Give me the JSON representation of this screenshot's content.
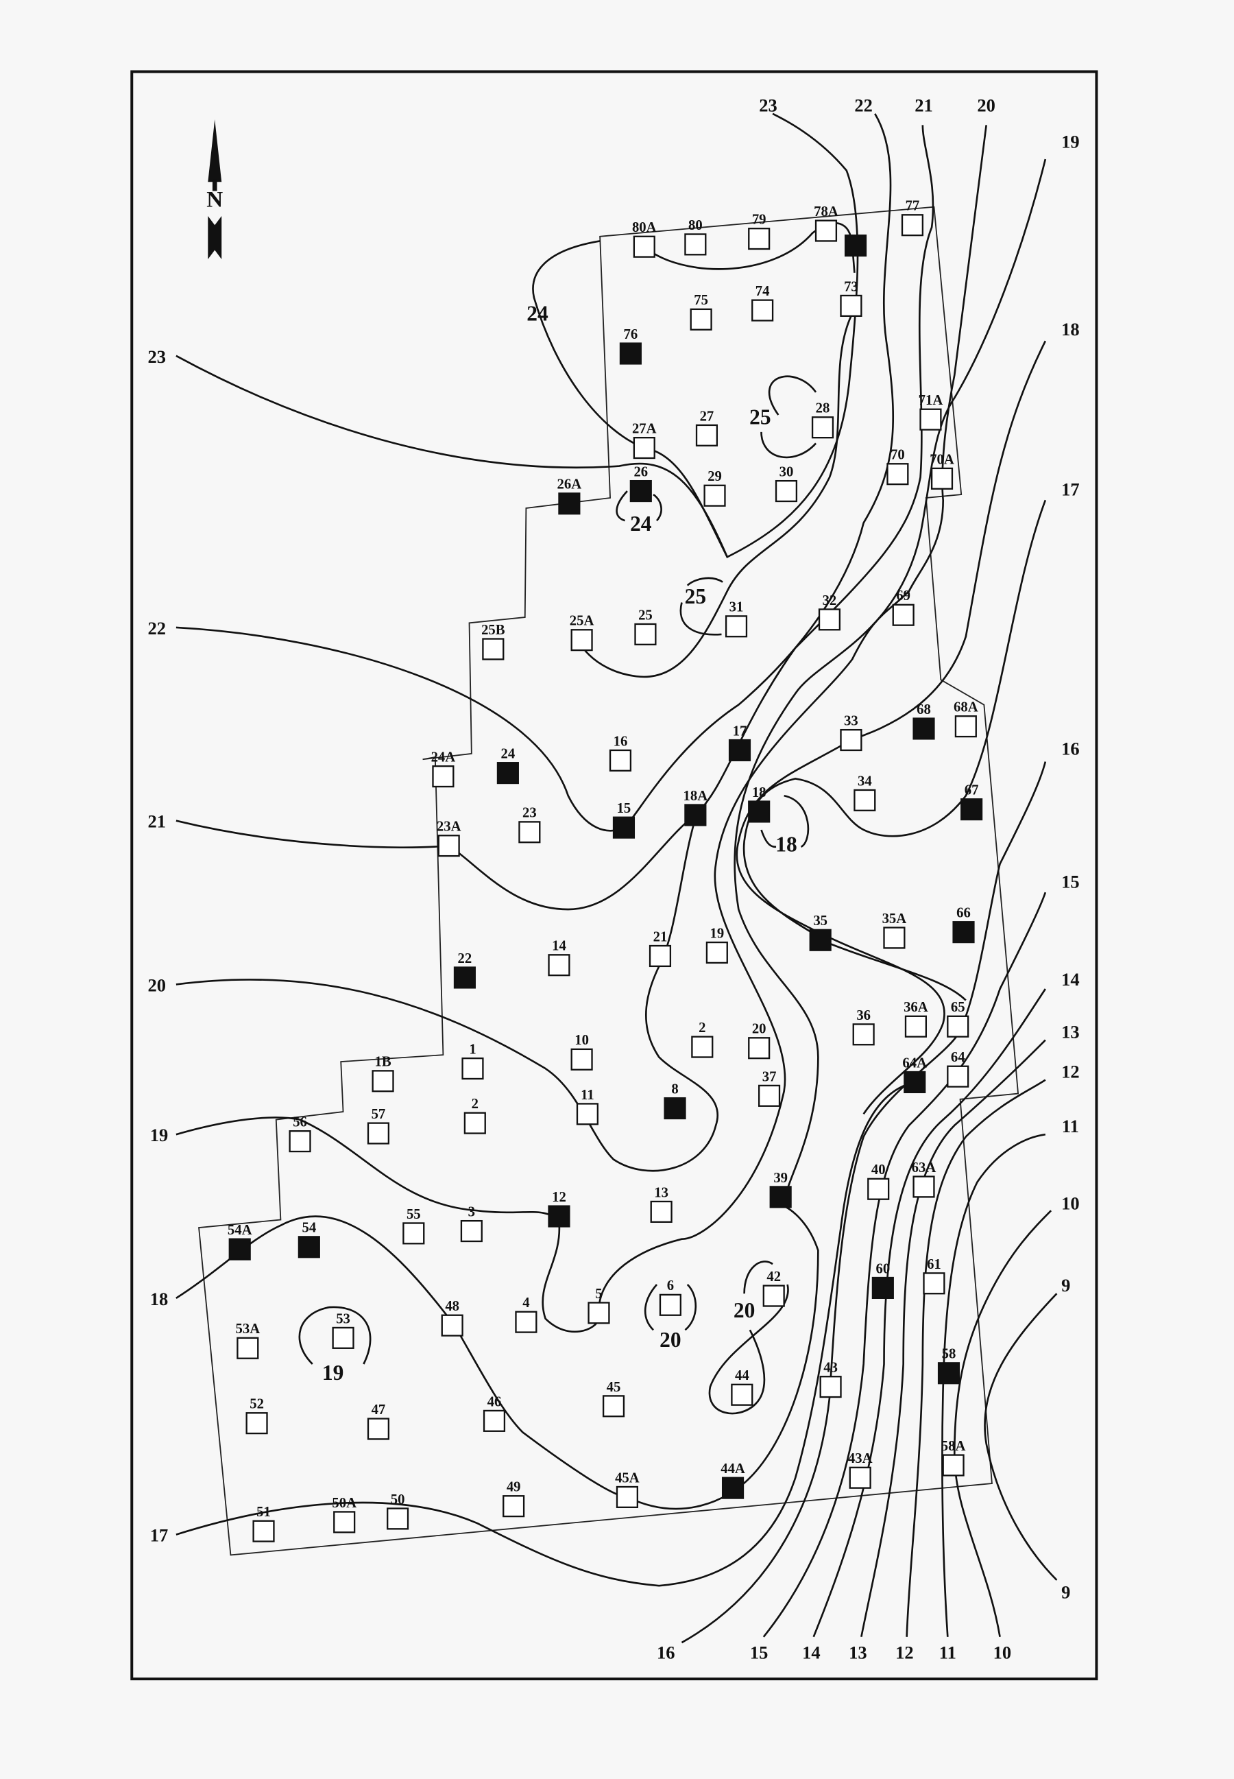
{
  "north_arrow": {
    "label": "N"
  },
  "colors": {
    "line": "#111111",
    "background": "#f7f7f7",
    "filled_well": "#111111",
    "open_well": "#ffffff"
  },
  "contour_labels": {
    "top": [
      "23",
      "22",
      "21",
      "20"
    ],
    "right": [
      "19",
      "18",
      "17",
      "16",
      "15",
      "14",
      "13",
      "12",
      "11",
      "10",
      "9",
      "9"
    ],
    "bottom": [
      "16",
      "15",
      "14",
      "13",
      "12",
      "11",
      "10"
    ],
    "left": [
      "23",
      "22",
      "21",
      "20",
      "19",
      "18",
      "17"
    ],
    "interior": [
      "24",
      "25",
      "24",
      "25",
      "18",
      "20",
      "20",
      "19"
    ]
  },
  "wells": [
    {
      "id": "80A",
      "filled": false
    },
    {
      "id": "80",
      "filled": false
    },
    {
      "id": "79",
      "filled": false
    },
    {
      "id": "78A",
      "filled": false
    },
    {
      "id": "",
      "filled": true
    },
    {
      "id": "77",
      "filled": false
    },
    {
      "id": "73",
      "filled": false
    },
    {
      "id": "75",
      "filled": false
    },
    {
      "id": "74",
      "filled": false
    },
    {
      "id": "76",
      "filled": true
    },
    {
      "id": "71A",
      "filled": false
    },
    {
      "id": "27A",
      "filled": false
    },
    {
      "id": "27",
      "filled": false
    },
    {
      "id": "28",
      "filled": false
    },
    {
      "id": "29",
      "filled": false
    },
    {
      "id": "30",
      "filled": false
    },
    {
      "id": "70",
      "filled": false
    },
    {
      "id": "70A",
      "filled": false
    },
    {
      "id": "26",
      "filled": true
    },
    {
      "id": "26A",
      "filled": true
    },
    {
      "id": "25B",
      "filled": false
    },
    {
      "id": "25A",
      "filled": false
    },
    {
      "id": "25",
      "filled": false
    },
    {
      "id": "31",
      "filled": false
    },
    {
      "id": "32",
      "filled": false
    },
    {
      "id": "69",
      "filled": false
    },
    {
      "id": "33",
      "filled": false
    },
    {
      "id": "68",
      "filled": true
    },
    {
      "id": "68A",
      "filled": false
    },
    {
      "id": "16",
      "filled": false
    },
    {
      "id": "17",
      "filled": true
    },
    {
      "id": "24A",
      "filled": false
    },
    {
      "id": "24",
      "filled": true
    },
    {
      "id": "18A",
      "filled": true
    },
    {
      "id": "18",
      "filled": true
    },
    {
      "id": "34",
      "filled": false
    },
    {
      "id": "67",
      "filled": true
    },
    {
      "id": "15",
      "filled": true
    },
    {
      "id": "23A",
      "filled": false
    },
    {
      "id": "23",
      "filled": false
    },
    {
      "id": "35",
      "filled": true
    },
    {
      "id": "35A",
      "filled": false
    },
    {
      "id": "66",
      "filled": true
    },
    {
      "id": "22",
      "filled": true
    },
    {
      "id": "14",
      "filled": false
    },
    {
      "id": "21",
      "filled": false
    },
    {
      "id": "19",
      "filled": false
    },
    {
      "id": "36",
      "filled": false
    },
    {
      "id": "36A",
      "filled": false
    },
    {
      "id": "65",
      "filled": false
    },
    {
      "id": "10",
      "filled": false
    },
    {
      "id": "2",
      "filled": false
    },
    {
      "id": "20",
      "filled": false
    },
    {
      "id": "64A",
      "filled": true
    },
    {
      "id": "64",
      "filled": false
    },
    {
      "id": "1B",
      "filled": false
    },
    {
      "id": "1",
      "filled": false
    },
    {
      "id": "37",
      "filled": false
    },
    {
      "id": "11",
      "filled": false
    },
    {
      "id": "2",
      "filled": false
    },
    {
      "id": "8",
      "filled": true
    },
    {
      "id": "56",
      "filled": false
    },
    {
      "id": "57",
      "filled": false
    },
    {
      "id": "40",
      "filled": false
    },
    {
      "id": "63A",
      "filled": false
    },
    {
      "id": "39",
      "filled": true
    },
    {
      "id": "12",
      "filled": true
    },
    {
      "id": "13",
      "filled": false
    },
    {
      "id": "55",
      "filled": false
    },
    {
      "id": "3",
      "filled": false
    },
    {
      "id": "54A",
      "filled": true
    },
    {
      "id": "54",
      "filled": true
    },
    {
      "id": "60",
      "filled": true
    },
    {
      "id": "61",
      "filled": false
    },
    {
      "id": "42",
      "filled": false
    },
    {
      "id": "6",
      "filled": false
    },
    {
      "id": "5",
      "filled": false
    },
    {
      "id": "4",
      "filled": false
    },
    {
      "id": "48",
      "filled": false
    },
    {
      "id": "53",
      "filled": false
    },
    {
      "id": "53A",
      "filled": false
    },
    {
      "id": "43",
      "filled": false
    },
    {
      "id": "58",
      "filled": true
    },
    {
      "id": "44",
      "filled": false
    },
    {
      "id": "45",
      "filled": false
    },
    {
      "id": "46",
      "filled": false
    },
    {
      "id": "52",
      "filled": false
    },
    {
      "id": "47",
      "filled": false
    },
    {
      "id": "43A",
      "filled": false
    },
    {
      "id": "58A",
      "filled": false
    },
    {
      "id": "44A",
      "filled": true
    },
    {
      "id": "45A",
      "filled": false
    },
    {
      "id": "49",
      "filled": false
    },
    {
      "id": "50",
      "filled": false
    },
    {
      "id": "50A",
      "filled": false
    },
    {
      "id": "51",
      "filled": false
    }
  ]
}
